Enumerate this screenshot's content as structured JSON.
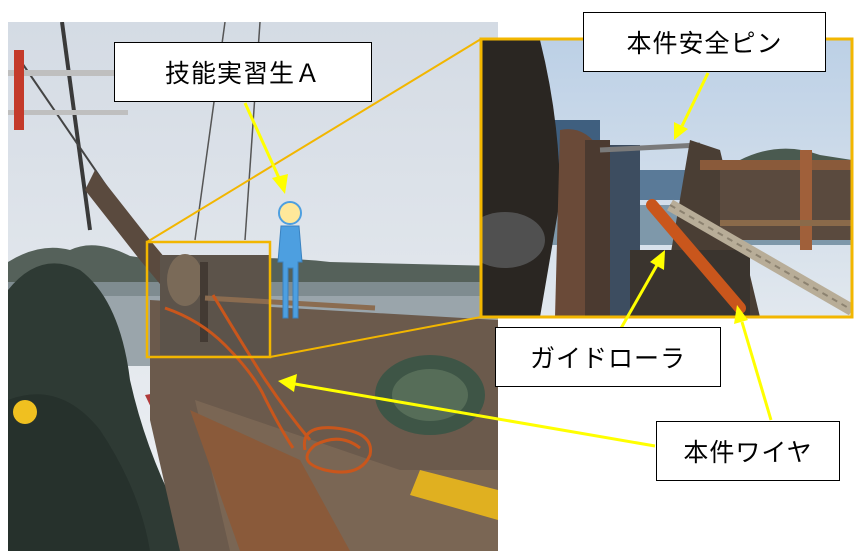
{
  "labels": {
    "trainee": "技能実習生Ａ",
    "safety_pin": "本件安全ピン",
    "guide_roller": "ガイドローラ",
    "wire": "本件ワイヤ"
  },
  "colors": {
    "frame": "#f2b600",
    "arrow": "#ffff00",
    "wire": "#c9561c",
    "figure": "#4d9fe0"
  }
}
